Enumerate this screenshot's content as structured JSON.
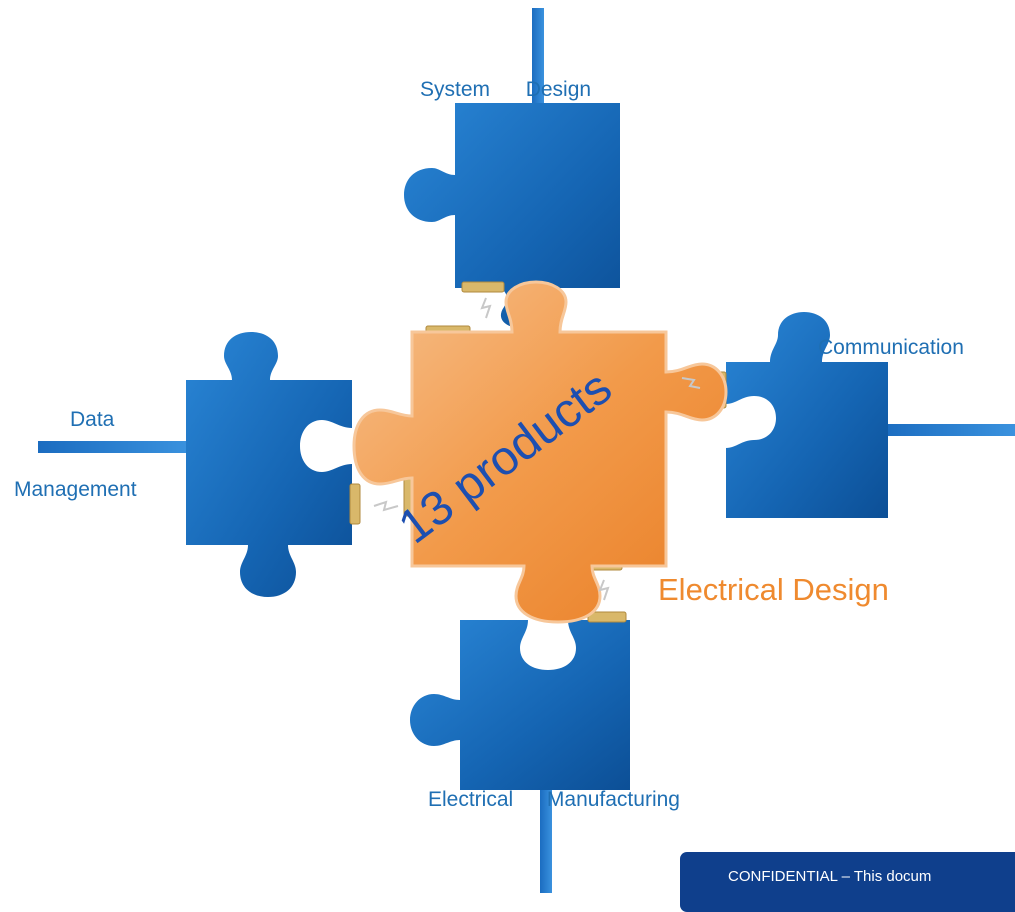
{
  "diagram": {
    "center": {
      "label": "Electrical Design",
      "overlay_text": "13 products"
    },
    "pieces": [
      {
        "id": "top",
        "label_parts": [
          "System",
          "Design"
        ]
      },
      {
        "id": "left",
        "label_parts": [
          "Data",
          "Management"
        ]
      },
      {
        "id": "right",
        "label_parts": [
          "Communication"
        ]
      },
      {
        "id": "bottom",
        "label_parts": [
          "Electrical",
          "Manufacturing"
        ]
      }
    ]
  },
  "footer": {
    "banner_text": "CONFIDENTIAL – This docum"
  },
  "colors": {
    "blue_piece": "#1a68b5",
    "orange_piece": "#f29a4a",
    "blue_label": "#1f6fb3",
    "orange_label": "#ef8a2f",
    "overlay_text": "#1d4fb0",
    "banner": "#0f3f8c"
  }
}
